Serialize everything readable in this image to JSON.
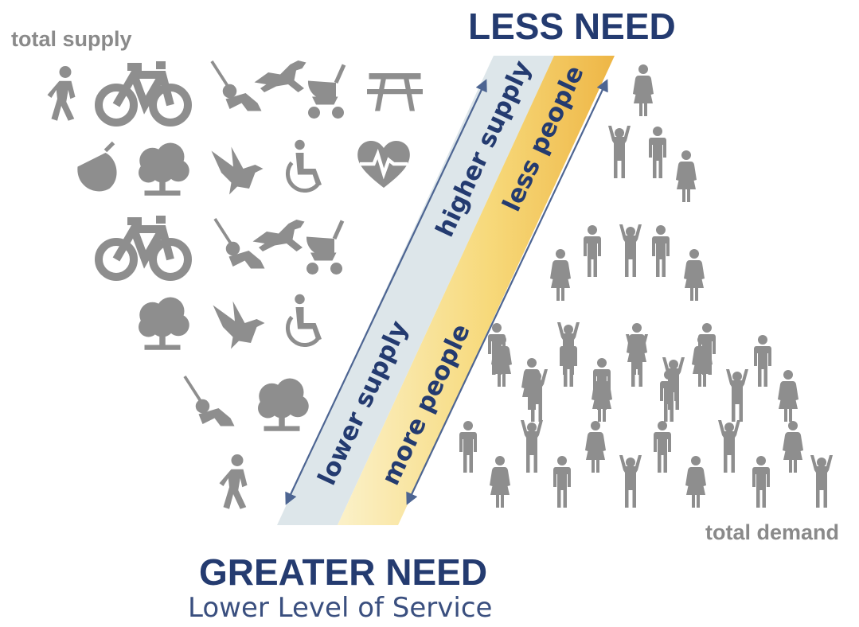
{
  "labels": {
    "total_supply": "total supply",
    "total_demand": "total demand",
    "less_need": "LESS NEED",
    "greater_need": "GREATER NEED",
    "lower_los": "Lower Level of Service"
  },
  "band": {
    "higher_supply": "higher supply",
    "less_people": "less people",
    "lower_supply": "lower supply",
    "more_people": "more people"
  },
  "supply_icons": [
    [
      "pedestrian-icon",
      "bicycle-icon",
      "swing-icon",
      "dog-icon",
      "stroller-icon",
      "picnic-table-icon"
    ],
    [
      "acorn-icon",
      "tree-icon",
      "bird-icon",
      "wheelchair-icon",
      "heart-rate-icon"
    ],
    [
      "bicycle-icon",
      "swing-icon",
      "dog-icon",
      "stroller-icon"
    ],
    [
      "tree-icon",
      "bird-icon",
      "wheelchair-icon"
    ],
    [
      "swing-icon",
      "tree-icon"
    ],
    [
      "pedestrian-icon"
    ]
  ],
  "demand_rows": [
    [
      "woman"
    ],
    [
      "cheer",
      "man",
      "woman"
    ],
    [
      "woman",
      "man",
      "cheer",
      "man",
      "woman"
    ],
    [
      "man",
      "woman",
      "cheer",
      "man",
      "woman",
      "cheer",
      "man"
    ],
    [
      "woman",
      "cheer",
      "man",
      "woman",
      "cheer",
      "man",
      "woman",
      "cheer",
      "man",
      "woman"
    ],
    [
      "man",
      "woman",
      "cheer",
      "man",
      "woman",
      "cheer",
      "man",
      "woman",
      "cheer",
      "man",
      "woman",
      "cheer"
    ]
  ],
  "colors": {
    "icon_gray": "#8e8e8e",
    "title_navy": "#243b70",
    "supply_band": "#dde6ea",
    "people_band_start": "#f0c64a",
    "people_band_end": "#fbeec2"
  }
}
